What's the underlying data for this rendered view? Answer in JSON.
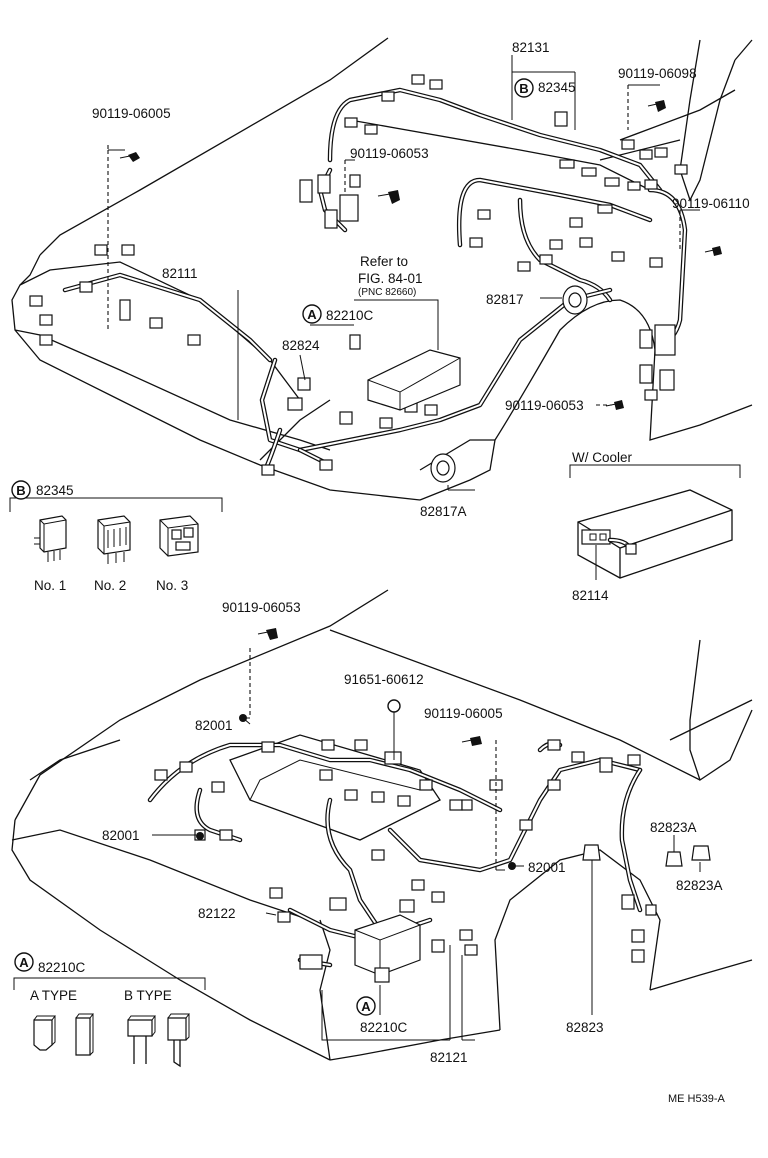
{
  "labels": {
    "p82131": "82131",
    "p82345_top": "82345",
    "p9011906098": "90119-06098",
    "p9011906005_top": "90119-06005",
    "p9011906053_a": "90119-06053",
    "p9011906110": "90119-06110",
    "p82111": "82111",
    "refer_line1": "Refer to",
    "refer_line2": "FIG. 84-01",
    "refer_line3": "(PNC 82660)",
    "p82210C_top": "82210C",
    "p82824": "82824",
    "p82817": "82817",
    "p9011906053_b": "90119-06053",
    "p82817A": "82817A",
    "wcooler": "W/ Cooler",
    "p82114": "82114",
    "p82345_legend": "82345",
    "no1": "No. 1",
    "no2": "No. 2",
    "no3": "No. 3",
    "p9011906053_c": "90119-06053",
    "p9165160612": "91651-60612",
    "p9011906005_bot": "90119-06005",
    "p82001_a": "82001",
    "p82001_b": "82001",
    "p82001_c": "82001",
    "p82823A_a": "82823A",
    "p82823A_b": "82823A",
    "p82122": "82122",
    "p82210C_legend": "82210C",
    "a_type": "A TYPE",
    "b_type": "B TYPE",
    "p82210C_bot": "82210C",
    "p82823": "82823",
    "p82121": "82121",
    "footer": "ME  H539-A"
  },
  "markers": {
    "A": "A",
    "B": "B"
  }
}
